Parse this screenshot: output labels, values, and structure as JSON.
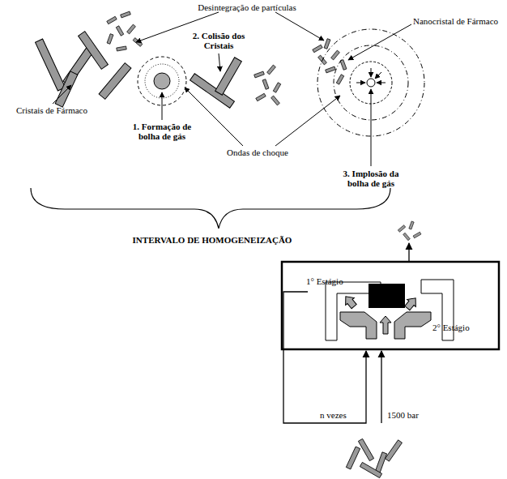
{
  "diagram": {
    "labels": [
      "Desintegração de partículas",
      "Nanocristal de Fármaco",
      "2. Colisão dos Cristais",
      "Cristais de Fármaco",
      "1. Formação de bolha de gás",
      "Ondas de choque",
      "3. Implosão da bolha de gás",
      "INTERVALO DE HOMOGENEIZAÇÃO",
      "1° Estágio",
      "2° Estágio",
      "n vezes",
      "1500 bar"
    ]
  }
}
